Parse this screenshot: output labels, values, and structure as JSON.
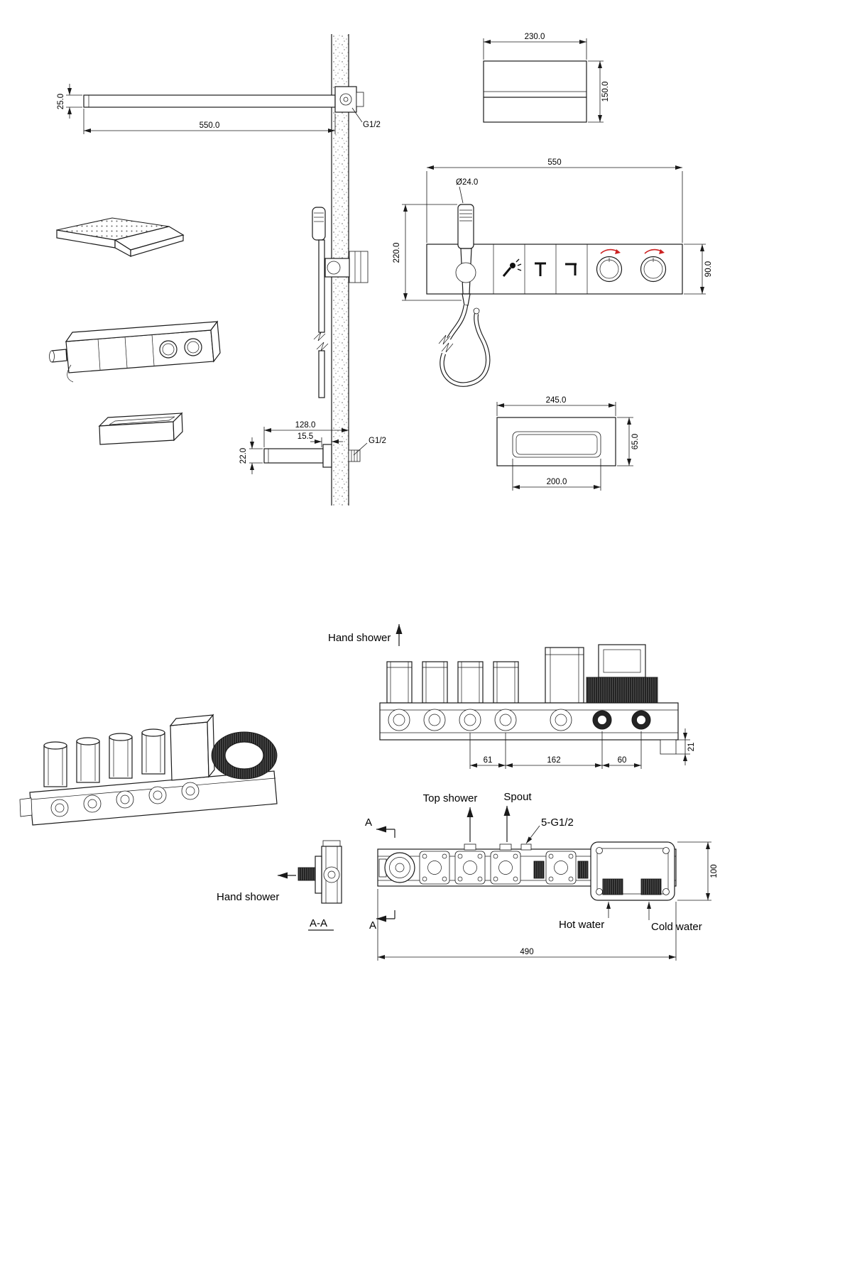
{
  "views": {
    "arm_side": {
      "dim_height": "25.0",
      "dim_length": "550.0",
      "thread": "G1/2"
    },
    "head_front": {
      "dim_width": "230.0",
      "dim_height": "150.0"
    },
    "panel_front": {
      "dim_width": "550",
      "dim_diameter": "Ø24.0",
      "dim_length": "220.0",
      "dim_height": "90.0"
    },
    "spout_side": {
      "dim_projection": "128.0",
      "dim_offset": "15.5",
      "dim_height": "22.0",
      "thread": "G1/2"
    },
    "spout_front": {
      "dim_width": "245.0",
      "dim_height": "65.0",
      "dim_opening": "200.0"
    },
    "valve_top": {
      "label_hand_shower": "Hand shower",
      "dim_61": "61",
      "dim_162": "162",
      "dim_60": "60",
      "dim_21": "21"
    },
    "valve_front": {
      "label_top_shower": "Top shower",
      "label_spout": "Spout",
      "label_thread": "5-G1/2",
      "label_hot": "Hot water",
      "label_cold": "Cold water",
      "section_mark_top": "A",
      "section_mark_bottom": "A",
      "dim_height": "100",
      "dim_width": "490"
    },
    "section_aa": {
      "label_hand_shower": "Hand shower",
      "title": "A-A"
    }
  },
  "colors": {
    "line": "#1a1a1a",
    "accent_red": "#cc2222",
    "background": "#ffffff"
  }
}
